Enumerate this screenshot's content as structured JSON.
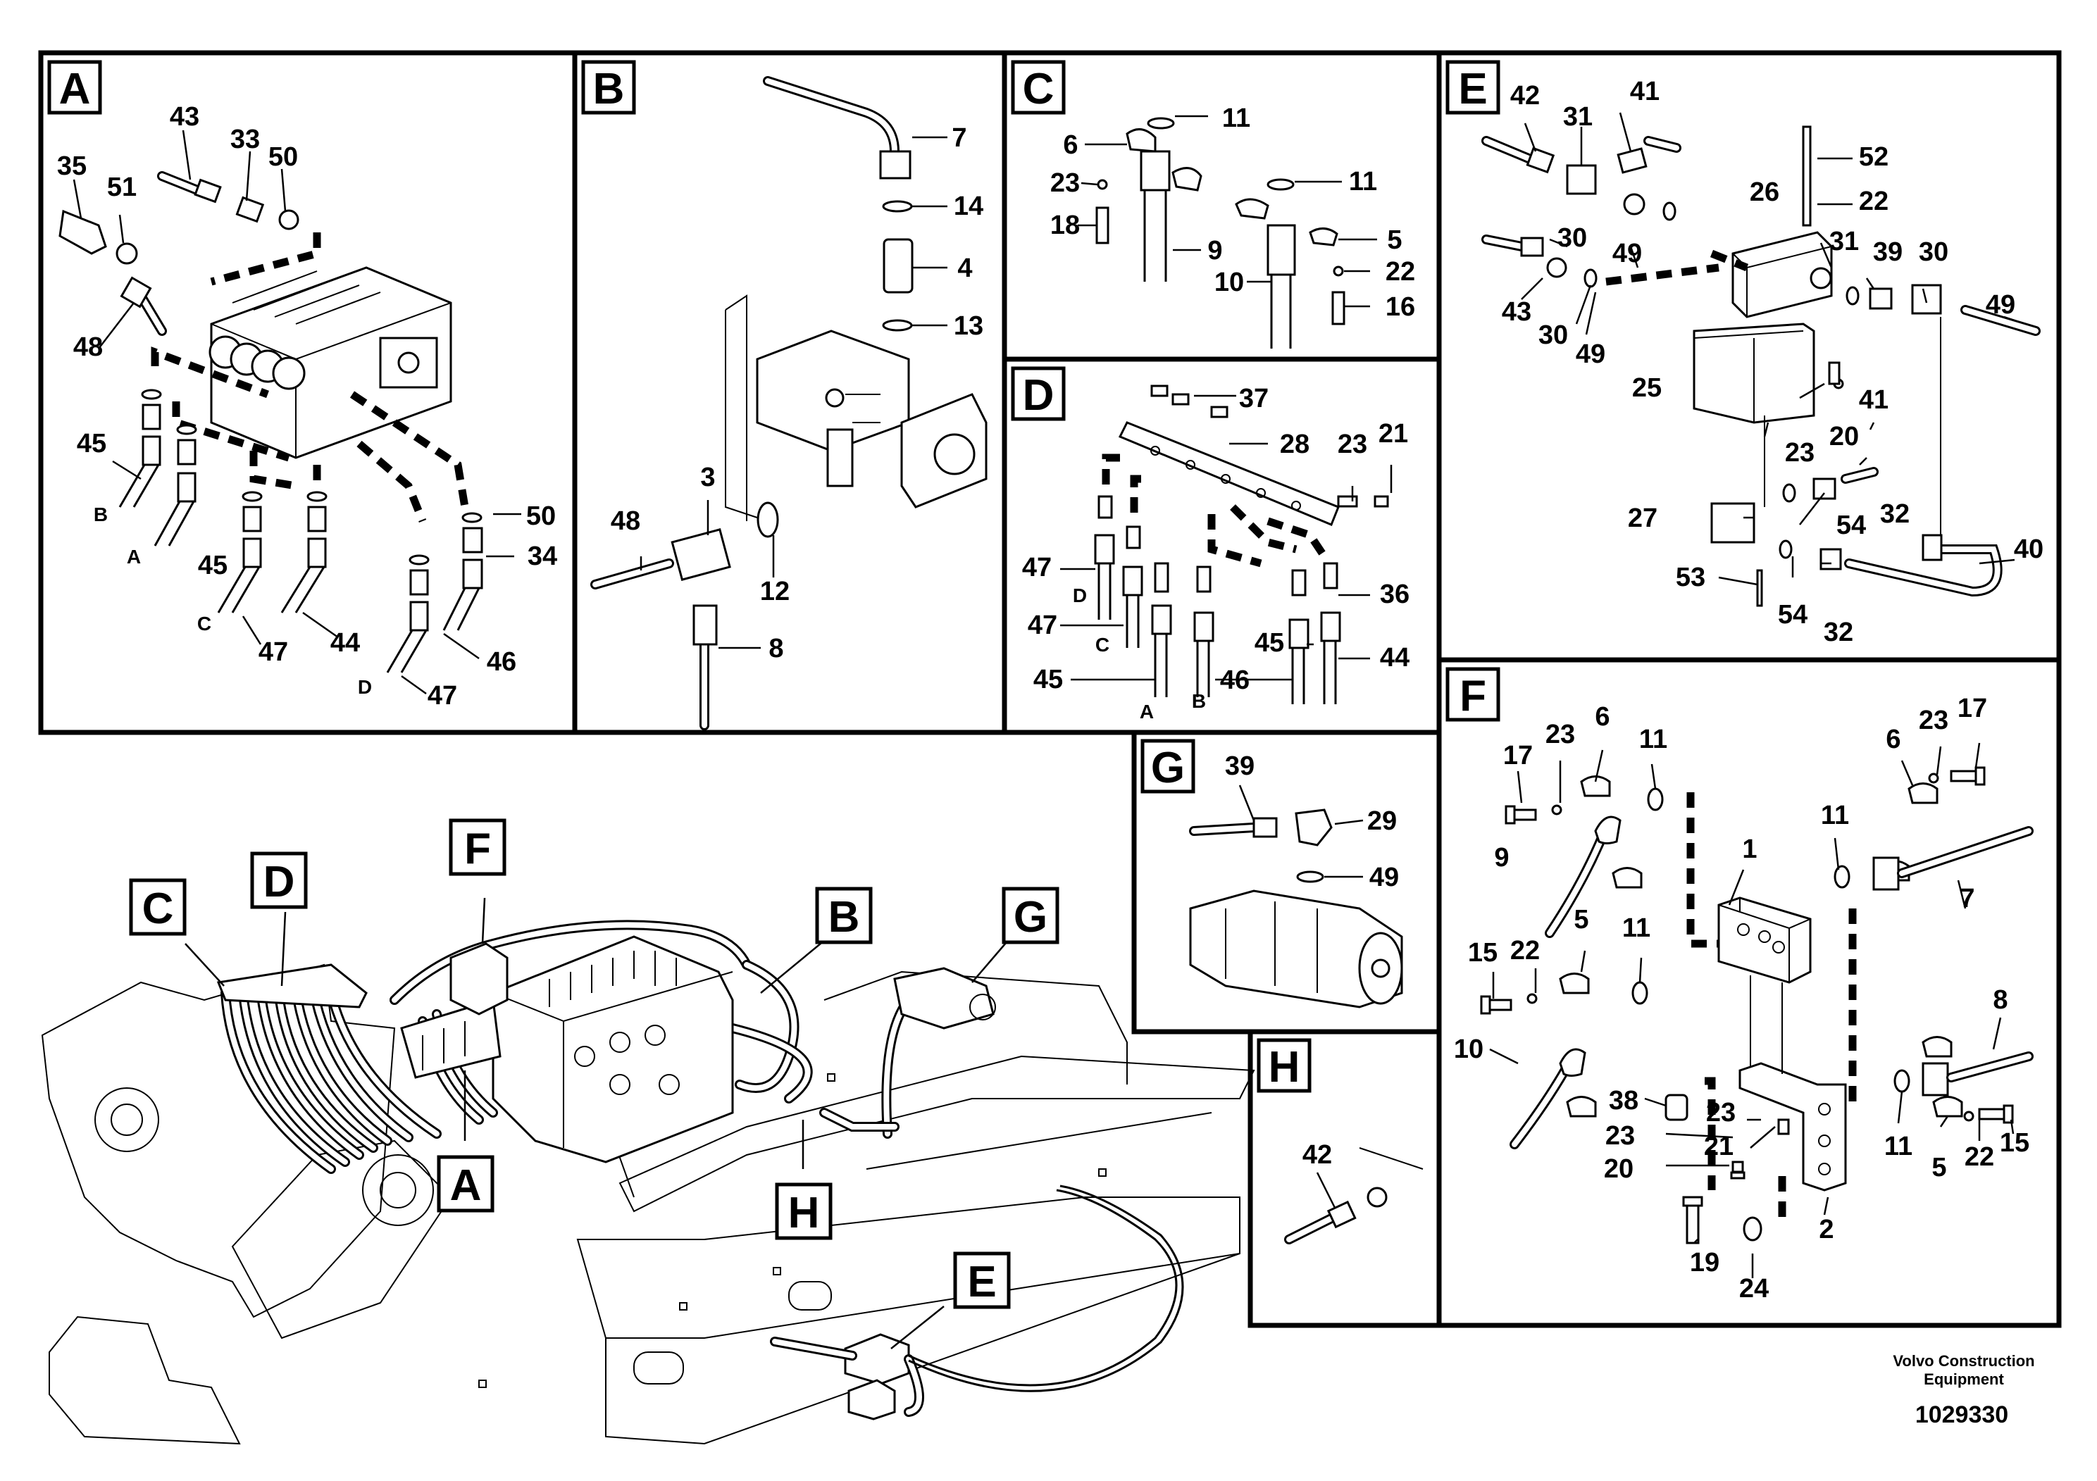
{
  "panels": {
    "a": {
      "label": "A",
      "numbers": [
        "43",
        "33",
        "50",
        "35",
        "51",
        "48",
        "45",
        "45",
        "50",
        "34",
        "47",
        "44",
        "46",
        "47"
      ],
      "letters": [
        "B",
        "A",
        "C",
        "D"
      ]
    },
    "b": {
      "label": "B",
      "numbers": [
        "7",
        "14",
        "4",
        "13",
        "3",
        "48",
        "12",
        "8"
      ]
    },
    "c": {
      "label": "C",
      "numbers": [
        "11",
        "6",
        "23",
        "18",
        "9",
        "11",
        "10",
        "5",
        "22",
        "16"
      ]
    },
    "d": {
      "label": "D",
      "numbers": [
        "37",
        "28",
        "23",
        "21",
        "47",
        "47",
        "45",
        "45",
        "46",
        "36",
        "44"
      ],
      "letters": [
        "D",
        "C",
        "A",
        "B"
      ]
    },
    "e": {
      "label": "E",
      "numbers": [
        "42",
        "31",
        "41",
        "52",
        "26",
        "22",
        "30",
        "49",
        "49",
        "30",
        "31",
        "39",
        "43",
        "30",
        "49",
        "25",
        "41",
        "20",
        "23",
        "27",
        "54",
        "32",
        "40",
        "53",
        "54",
        "32"
      ]
    },
    "f": {
      "label": "F",
      "numbers": [
        "17",
        "23",
        "6",
        "11",
        "6",
        "23",
        "17",
        "11",
        "9",
        "1",
        "7",
        "15",
        "22",
        "5",
        "11",
        "10",
        "8",
        "38",
        "23",
        "23",
        "21",
        "20",
        "11",
        "5",
        "22",
        "15",
        "2",
        "19",
        "24"
      ]
    },
    "g": {
      "label": "G",
      "numbers": [
        "39",
        "29",
        "49"
      ]
    },
    "h": {
      "label": "H",
      "numbers": [
        "42"
      ]
    }
  },
  "overview_callouts": [
    "C",
    "D",
    "F",
    "B",
    "G",
    "A",
    "H",
    "E"
  ],
  "footer": {
    "company_line1": "Volvo Construction",
    "company_line2": "Equipment",
    "doc_number": "1029330"
  }
}
